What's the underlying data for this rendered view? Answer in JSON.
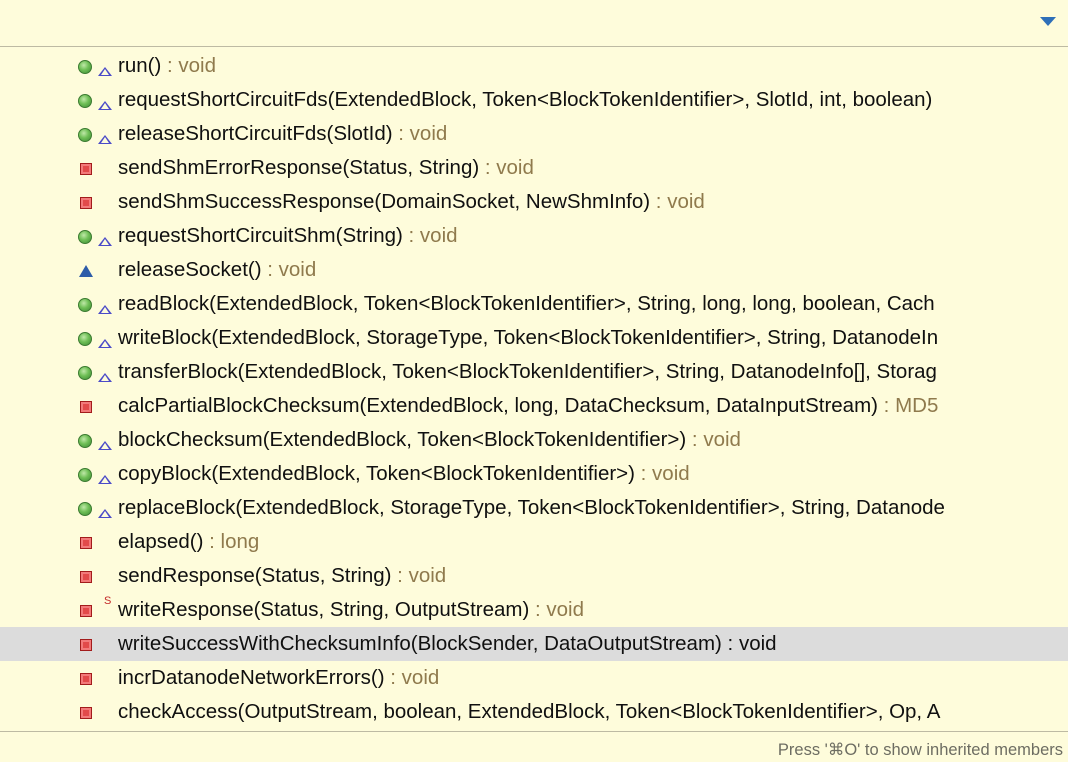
{
  "filter": {
    "value": "",
    "placeholder": ""
  },
  "colors": {
    "background": "#fefcdb",
    "selection": "#dcdcdc",
    "return_type": "#8f7a4d",
    "menu_arrow": "#2e6fb8"
  },
  "members": [
    {
      "icon": "public-method-icon",
      "overlay": "override-icon",
      "signature": "run()",
      "return_type": " : void"
    },
    {
      "icon": "public-method-icon",
      "overlay": "override-icon",
      "signature": "requestShortCircuitFds(ExtendedBlock, Token<BlockTokenIdentifier>, SlotId, int, boolean)",
      "return_type": ""
    },
    {
      "icon": "public-method-icon",
      "overlay": "override-icon",
      "signature": "releaseShortCircuitFds(SlotId)",
      "return_type": " : void"
    },
    {
      "icon": "private-method-icon",
      "overlay": "",
      "signature": "sendShmErrorResponse(Status, String)",
      "return_type": " : void"
    },
    {
      "icon": "private-method-icon",
      "overlay": "",
      "signature": "sendShmSuccessResponse(DomainSocket, NewShmInfo)",
      "return_type": " : void"
    },
    {
      "icon": "public-method-icon",
      "overlay": "override-icon",
      "signature": "requestShortCircuitShm(String)",
      "return_type": " : void"
    },
    {
      "icon": "protected-method-icon",
      "overlay": "",
      "signature": "releaseSocket()",
      "return_type": " : void"
    },
    {
      "icon": "public-method-icon",
      "overlay": "override-icon",
      "signature": "readBlock(ExtendedBlock, Token<BlockTokenIdentifier>, String, long, long, boolean, Cach",
      "return_type": ""
    },
    {
      "icon": "public-method-icon",
      "overlay": "override-icon",
      "signature": "writeBlock(ExtendedBlock, StorageType, Token<BlockTokenIdentifier>, String, DatanodeIn",
      "return_type": ""
    },
    {
      "icon": "public-method-icon",
      "overlay": "override-icon",
      "signature": "transferBlock(ExtendedBlock, Token<BlockTokenIdentifier>, String, DatanodeInfo[], Storag",
      "return_type": ""
    },
    {
      "icon": "private-method-icon",
      "overlay": "",
      "signature": "calcPartialBlockChecksum(ExtendedBlock, long, DataChecksum, DataInputStream)",
      "return_type": " : MD5"
    },
    {
      "icon": "public-method-icon",
      "overlay": "override-icon",
      "signature": "blockChecksum(ExtendedBlock, Token<BlockTokenIdentifier>)",
      "return_type": " : void"
    },
    {
      "icon": "public-method-icon",
      "overlay": "override-icon",
      "signature": "copyBlock(ExtendedBlock, Token<BlockTokenIdentifier>)",
      "return_type": " : void"
    },
    {
      "icon": "public-method-icon",
      "overlay": "override-icon",
      "signature": "replaceBlock(ExtendedBlock, StorageType, Token<BlockTokenIdentifier>, String, Datanode",
      "return_type": ""
    },
    {
      "icon": "private-method-icon",
      "overlay": "",
      "signature": "elapsed()",
      "return_type": " : long"
    },
    {
      "icon": "private-method-icon",
      "overlay": "",
      "signature": "sendResponse(Status, String)",
      "return_type": " : void"
    },
    {
      "icon": "private-method-icon",
      "overlay": "static",
      "signature": "writeResponse(Status, String, OutputStream)",
      "return_type": " : void"
    },
    {
      "icon": "private-method-icon",
      "overlay": "",
      "signature": "writeSuccessWithChecksumInfo(BlockSender, DataOutputStream)",
      "return_type": " : void",
      "selected": true
    },
    {
      "icon": "private-method-icon",
      "overlay": "",
      "signature": "incrDatanodeNetworkErrors()",
      "return_type": " : void"
    },
    {
      "icon": "private-method-icon",
      "overlay": "",
      "signature": "checkAccess(OutputStream, boolean, ExtendedBlock, Token<BlockTokenIdentifier>, Op, A",
      "return_type": ""
    }
  ],
  "static_badge": "S",
  "footer": {
    "hint": "Press '⌘O' to show inherited members"
  }
}
